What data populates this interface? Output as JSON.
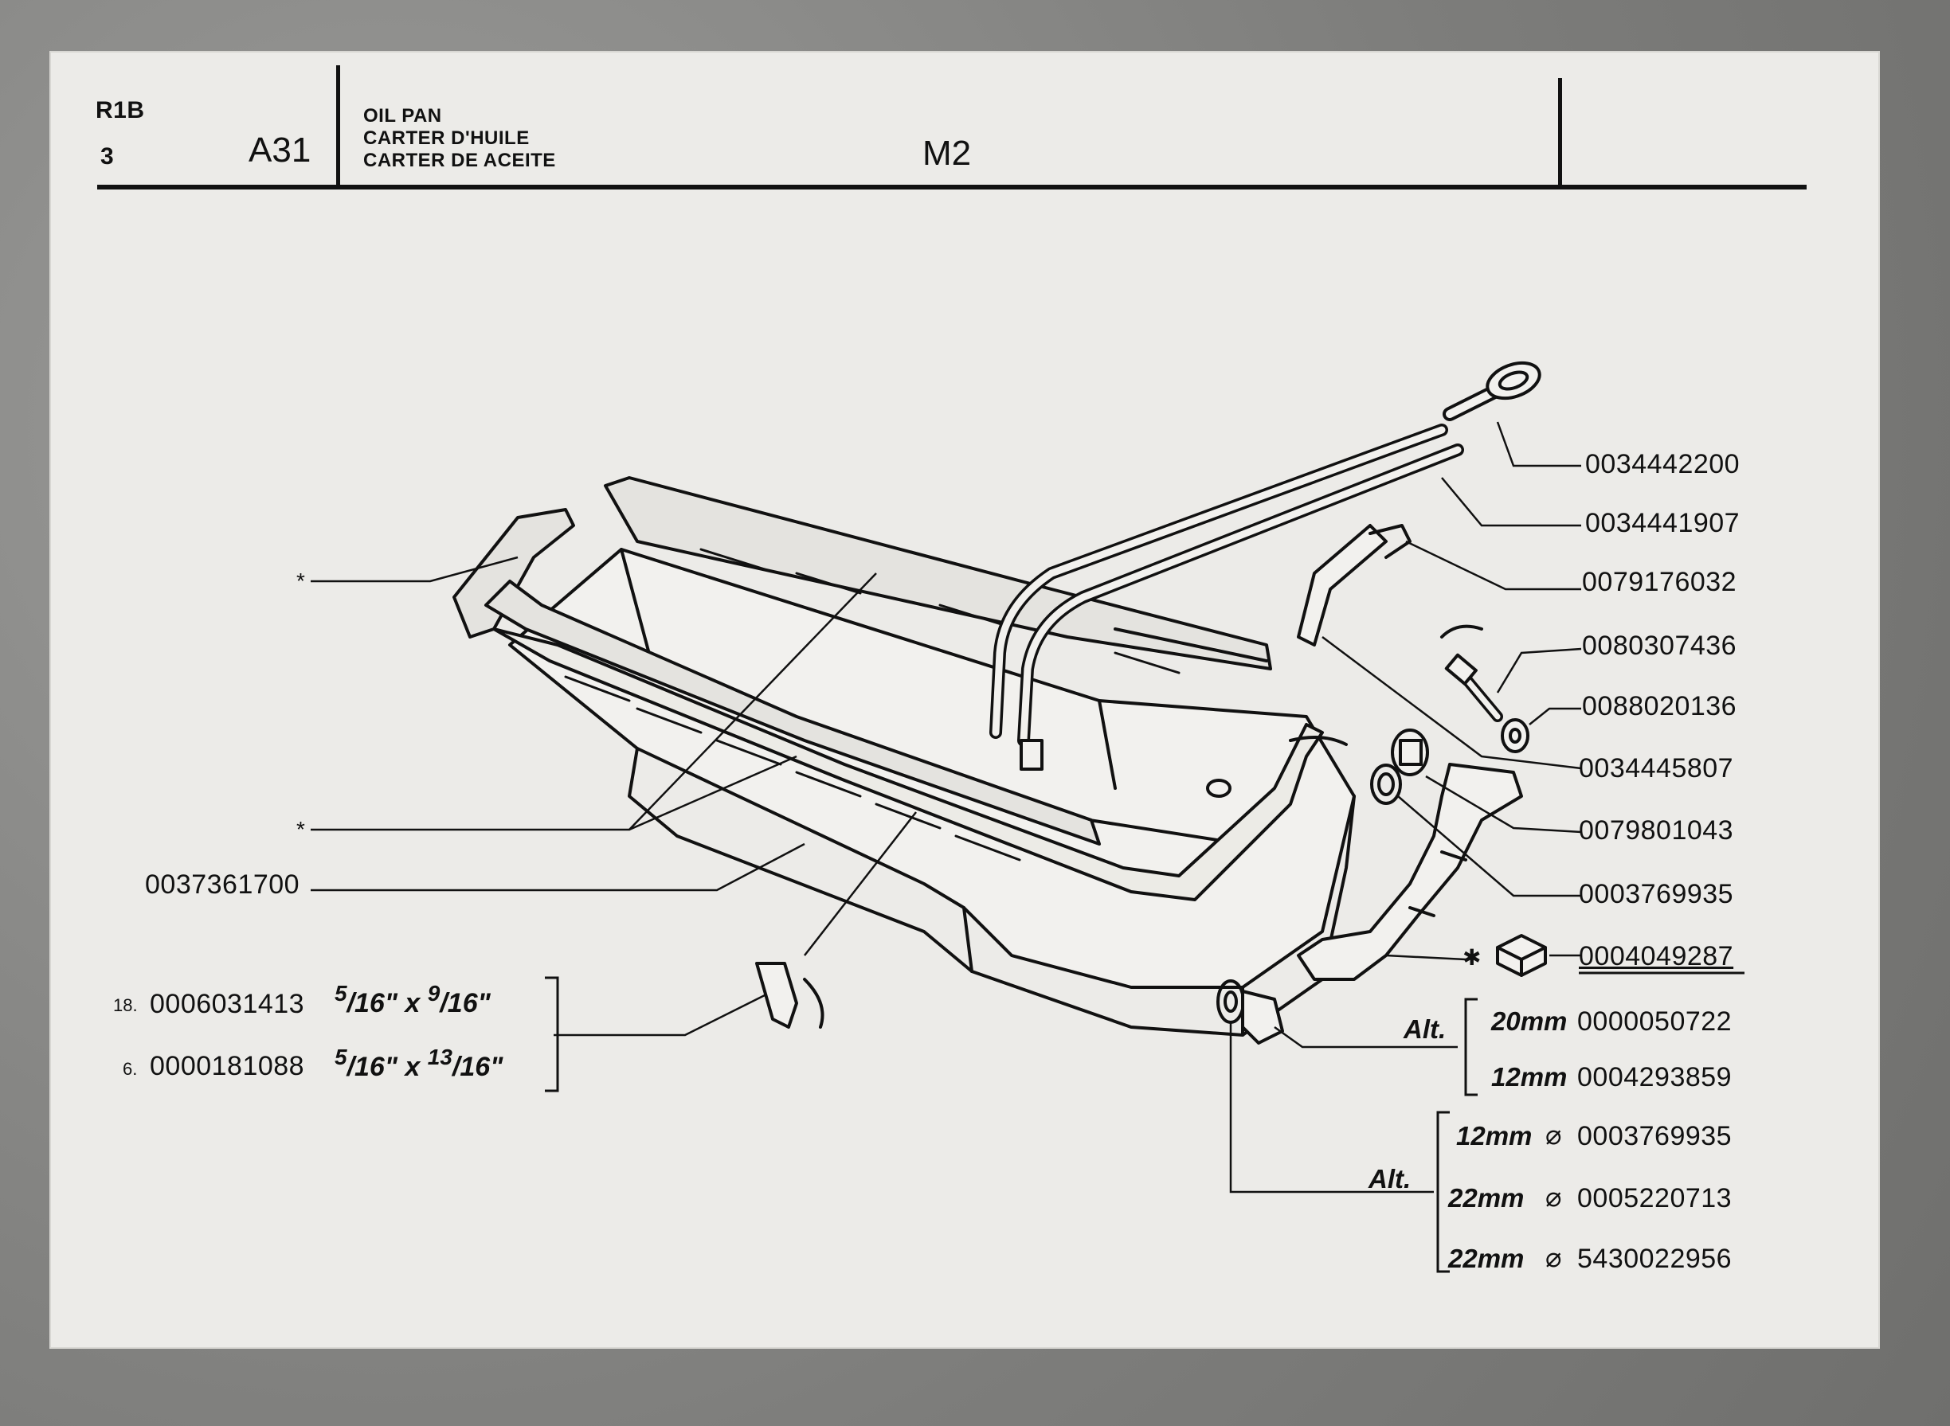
{
  "header": {
    "model": "R1B",
    "variant": "3",
    "group": "A31",
    "title_en": "OIL PAN",
    "title_fr": "CARTER D'HUILE",
    "title_es": "CARTER DE ACEITE",
    "section": "M2"
  },
  "markers": {
    "star": "*",
    "star_alt": "✱",
    "diameter": "⌀"
  },
  "parts": {
    "p1": "0034442200",
    "p2": "0034441907",
    "p3": "0079176032",
    "p4": "0080307436",
    "p5": "0088020136",
    "p6": "0034445807",
    "p7": "0079801043",
    "p8": "0003769935",
    "p9": "0004049287",
    "p10": "0037361700"
  },
  "bolts": [
    {
      "qty": "18.",
      "part": "0006031413",
      "size_a_num": "5",
      "size_a_den": "/16\"",
      "x": " x ",
      "size_b_num": "9",
      "size_b_den": "/16\""
    },
    {
      "qty": "6.",
      "part": "0000181088",
      "size_a_num": "5",
      "size_a_den": "/16\"",
      "x": " x ",
      "size_b_num": "13",
      "size_b_den": "/16\""
    }
  ],
  "drain_plug_alt": {
    "label": "Alt.",
    "items": [
      {
        "size": "20mm",
        "part": "0000050722"
      },
      {
        "size": "12mm",
        "part": "0004293859"
      }
    ]
  },
  "washer_alt": {
    "label": "Alt.",
    "items": [
      {
        "size": "12mm",
        "part": "0003769935"
      },
      {
        "size": "22mm",
        "part": "0005220713"
      },
      {
        "size": "22mm",
        "part": "5430022956"
      }
    ]
  }
}
